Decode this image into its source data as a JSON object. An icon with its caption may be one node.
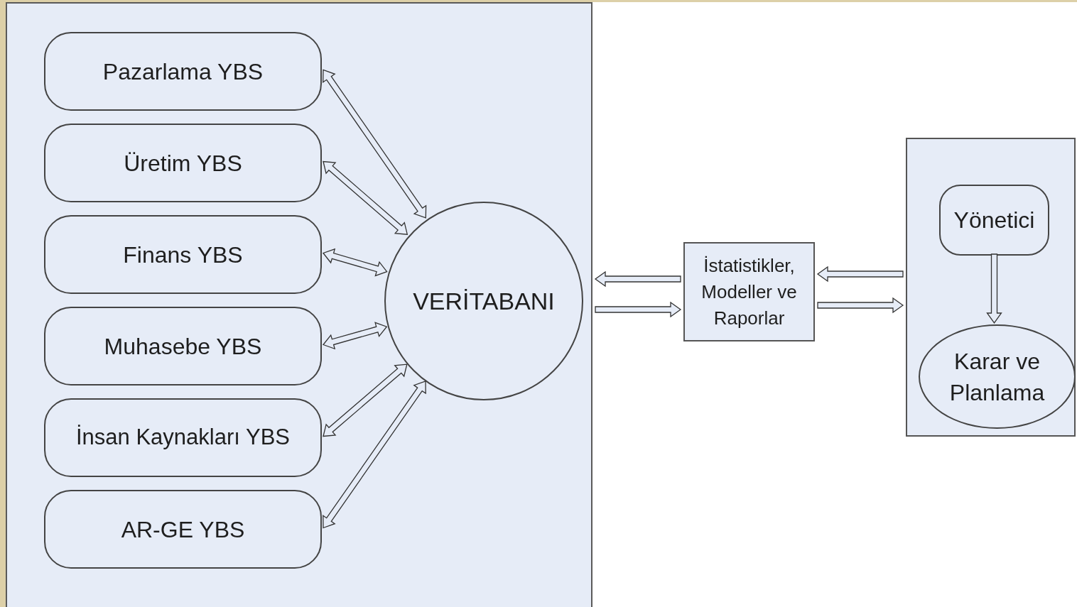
{
  "diagram": {
    "nodes": [
      {
        "text": [],
        "shape": "box"
      },
      {
        "text": [
          "Pazarlama YBS"
        ],
        "in": 0
      },
      {
        "text": [
          "Üretim YBS"
        ],
        "in": 0
      },
      {
        "text": [
          "Finans YBS"
        ],
        "in": 0
      },
      {
        "text": [
          "Muhasebe YBS"
        ],
        "in": 0
      },
      {
        "text": [
          "İnsan Kaynakları YBS"
        ],
        "in": 0
      },
      {
        "text": [
          "AR-GE YBS"
        ],
        "in": 0
      },
      {
        "text": [
          "VERİTABANI"
        ],
        "in": 0
      },
      {
        "text": [
          "İstatistikler, Modeller ve Raporlar"
        ]
      },
      {
        "text": [],
        "shape": "box"
      },
      {
        "text": [
          "Yönetici"
        ],
        "in": 9
      },
      {
        "text": [
          "Karar ve Planlama"
        ],
        "in": 9
      }
    ],
    "edges": [
      {
        "from": 1,
        "to": 7,
        "arrow": "both"
      },
      {
        "from": 2,
        "to": 7,
        "arrow": "both"
      },
      {
        "from": 3,
        "to": 7,
        "arrow": "both"
      },
      {
        "from": 4,
        "to": 7,
        "arrow": "both"
      },
      {
        "from": 5,
        "to": 7,
        "arrow": "both"
      },
      {
        "from": 6,
        "to": 7,
        "arrow": "both"
      },
      {
        "from": 8,
        "to": 0,
        "arrow": "to"
      },
      {
        "from": 0,
        "to": 8,
        "arrow": "to"
      },
      {
        "from": 9,
        "to": 8,
        "arrow": "to"
      },
      {
        "from": 8,
        "to": 9,
        "arrow": "to"
      },
      {
        "from": 10,
        "to": 11,
        "arrow": "to"
      }
    ]
  }
}
